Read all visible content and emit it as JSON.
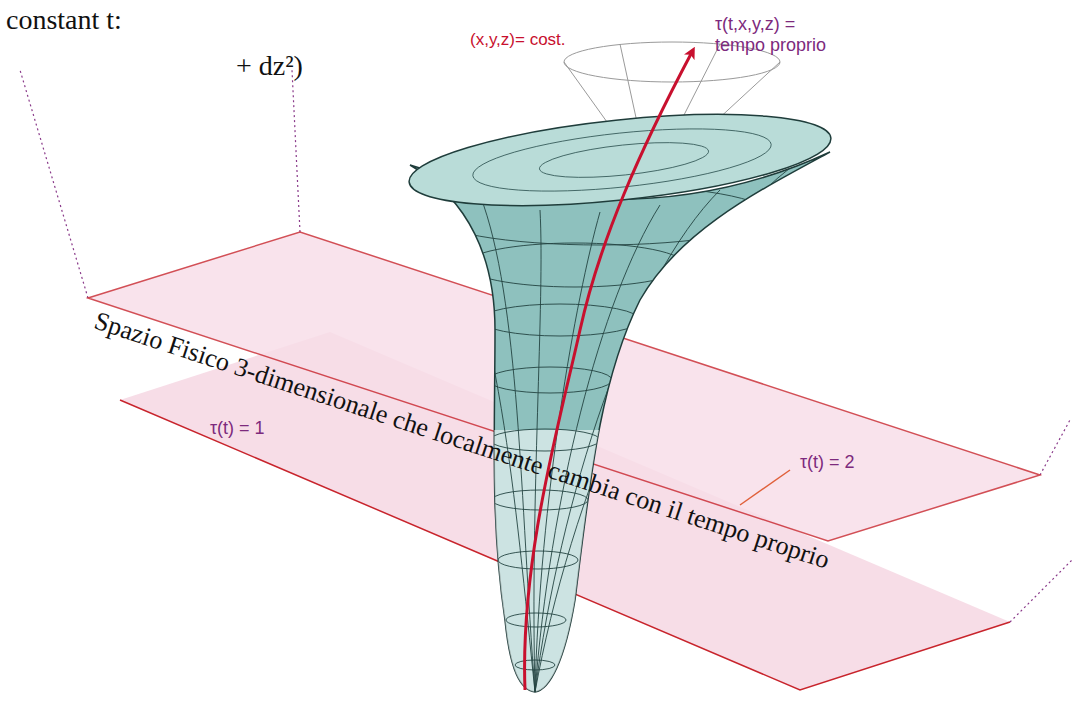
{
  "diagram": {
    "labels": [
      "constant t:",
      "+ dz²)",
      "(x,y,z)= cost.",
      "τ(t,x,y,z) = tempo proprio",
      "Spazio Fisico 3-dimensionale che localmente cambia con il tempo proprio",
      "τ(t) = 1",
      "τ(t) = 2"
    ]
  }
}
